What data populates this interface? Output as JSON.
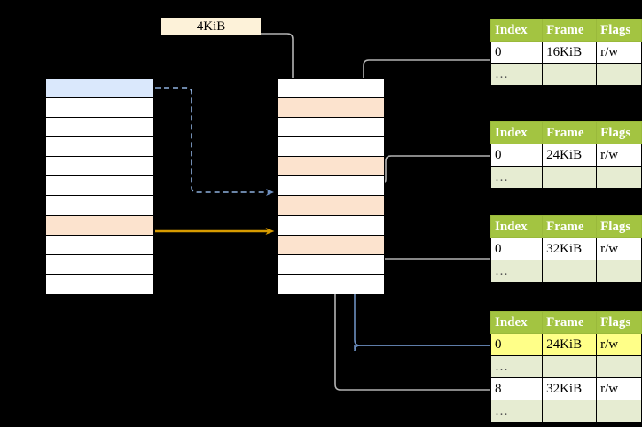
{
  "diagram": {
    "title": "multi-level page table translation",
    "colors": {
      "highlight_row": "#fce3ce",
      "virtual_page": "#dae8fc",
      "table_header": "#a3c441",
      "table_dim_row": "#e6ecd2",
      "yellow_highlight": "#ffff88",
      "orange_arrow": "#d79b00",
      "blue_arrow": "#6c8ebf",
      "gray_arrow": "#b3b3b3",
      "size_box": "#fdf2d9"
    }
  },
  "size_label": {
    "text": "4KiB"
  },
  "left_column": {
    "name": "virtual-address-space",
    "row_count": 11,
    "rows": [
      {
        "fill": "blue",
        "label": ""
      },
      {
        "fill": "white",
        "label": ""
      },
      {
        "fill": "white",
        "label": ""
      },
      {
        "fill": "white",
        "label": ""
      },
      {
        "fill": "white",
        "label": ""
      },
      {
        "fill": "white",
        "label": ""
      },
      {
        "fill": "white",
        "label": ""
      },
      {
        "fill": "peach",
        "label": ""
      },
      {
        "fill": "white",
        "label": ""
      },
      {
        "fill": "white",
        "label": ""
      },
      {
        "fill": "white",
        "label": ""
      }
    ]
  },
  "middle_column": {
    "name": "physical-memory",
    "row_count": 11,
    "rows": [
      {
        "fill": "white",
        "label": ""
      },
      {
        "fill": "peach",
        "label": ""
      },
      {
        "fill": "white",
        "label": ""
      },
      {
        "fill": "white",
        "label": ""
      },
      {
        "fill": "peach",
        "label": ""
      },
      {
        "fill": "white",
        "label": ""
      },
      {
        "fill": "peach",
        "label": ""
      },
      {
        "fill": "white",
        "label": ""
      },
      {
        "fill": "peach",
        "label": ""
      },
      {
        "fill": "white",
        "label": ""
      },
      {
        "fill": "white",
        "label": ""
      }
    ]
  },
  "page_tables": [
    {
      "name": "page-table-level-1",
      "headers": [
        "Index",
        "Frame",
        "Flags"
      ],
      "rows": [
        {
          "cells": [
            "0",
            "16KiB",
            "r/w"
          ],
          "dim": false,
          "highlight": [
            false,
            false,
            false
          ]
        },
        {
          "cells": [
            "…",
            "",
            ""
          ],
          "dim": true,
          "highlight": [
            false,
            false,
            false
          ]
        }
      ]
    },
    {
      "name": "page-table-level-2",
      "headers": [
        "Index",
        "Frame",
        "Flags"
      ],
      "rows": [
        {
          "cells": [
            "0",
            "24KiB",
            "r/w"
          ],
          "dim": false,
          "highlight": [
            false,
            false,
            false
          ]
        },
        {
          "cells": [
            "…",
            "",
            ""
          ],
          "dim": true,
          "highlight": [
            false,
            false,
            false
          ]
        }
      ]
    },
    {
      "name": "page-table-level-3",
      "headers": [
        "Index",
        "Frame",
        "Flags"
      ],
      "rows": [
        {
          "cells": [
            "0",
            "32KiB",
            "r/w"
          ],
          "dim": false,
          "highlight": [
            false,
            false,
            false
          ]
        },
        {
          "cells": [
            "…",
            "",
            ""
          ],
          "dim": true,
          "highlight": [
            false,
            false,
            false
          ]
        }
      ]
    },
    {
      "name": "page-table-level-4",
      "headers": [
        "Index",
        "Frame",
        "Flags"
      ],
      "rows": [
        {
          "cells": [
            "0",
            "24KiB",
            "r/w"
          ],
          "dim": false,
          "highlight": [
            true,
            true,
            true
          ]
        },
        {
          "cells": [
            "…",
            "",
            ""
          ],
          "dim": true,
          "highlight": [
            false,
            false,
            false
          ]
        },
        {
          "cells": [
            "8",
            "32KiB",
            "r/w"
          ],
          "dim": false,
          "highlight": [
            false,
            false,
            false
          ]
        },
        {
          "cells": [
            "…",
            "",
            ""
          ],
          "dim": true,
          "highlight": [
            false,
            false,
            false
          ]
        }
      ]
    }
  ]
}
